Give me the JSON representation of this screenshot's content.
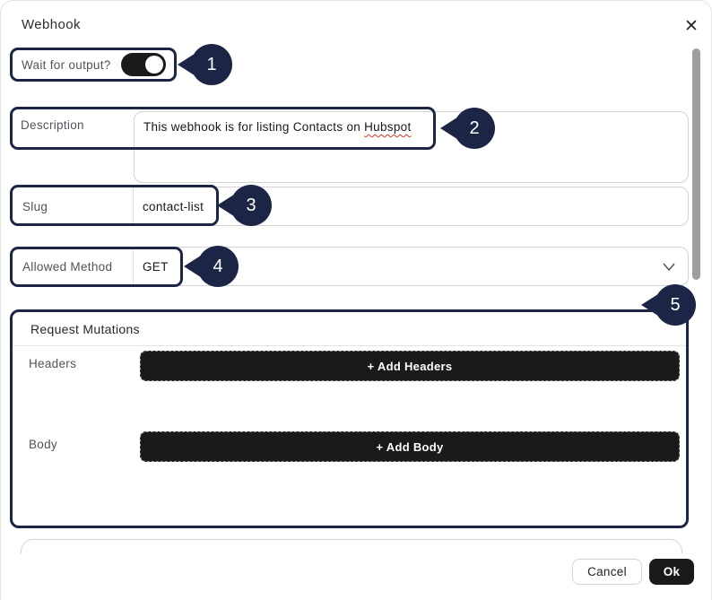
{
  "dialog": {
    "title": "Webhook",
    "close_icon": "✕"
  },
  "fields": {
    "wait_for_output": {
      "label": "Wait for output?",
      "state": "on"
    },
    "description": {
      "label": "Description",
      "value_prefix": "This webhook is for listing Contacts on ",
      "value_misspelled_word": "Hubspot"
    },
    "slug": {
      "label": "Slug",
      "value": "contact-list"
    },
    "allowed_method": {
      "label": "Allowed Method",
      "value": "GET"
    }
  },
  "request_mutations": {
    "title": "Request Mutations",
    "headers": {
      "label": "Headers",
      "add_button": "+ Add Headers"
    },
    "body": {
      "label": "Body",
      "add_button": "+ Add Body"
    }
  },
  "footer": {
    "cancel_label": "Cancel",
    "ok_label": "Ok"
  },
  "annotations": {
    "n1": "1",
    "n2": "2",
    "n3": "3",
    "n4": "4",
    "n5": "5"
  },
  "colors": {
    "annotation_navy": "#1c2545",
    "button_dark": "#1a1a1a",
    "squiggle_red": "#e0342b",
    "border_gray": "#d4d4d8",
    "scrollbar_gray": "#9e9ea2"
  }
}
